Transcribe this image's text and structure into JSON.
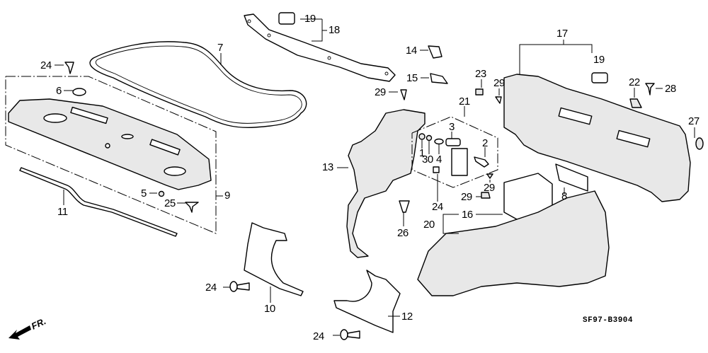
{
  "diagram": {
    "type": "exploded-parts-diagram",
    "diagram_code": "SF97-B3904",
    "direction_indicator": "FR.",
    "callouts": [
      {
        "id": "c24a",
        "label": "24",
        "part": "clip"
      },
      {
        "id": "c7",
        "label": "7",
        "part": "trunk weatherstrip"
      },
      {
        "id": "c6",
        "label": "6",
        "part": "grommet"
      },
      {
        "id": "c9",
        "label": "9",
        "part": "rear tray assembly"
      },
      {
        "id": "c5",
        "label": "5",
        "part": "nut"
      },
      {
        "id": "c25",
        "label": "25",
        "part": "clip"
      },
      {
        "id": "c11",
        "label": "11",
        "part": "rear tray seal"
      },
      {
        "id": "c19a",
        "label": "19",
        "part": "nut clip"
      },
      {
        "id": "c18",
        "label": "18",
        "part": "rear tray reinforcement"
      },
      {
        "id": "c14",
        "label": "14",
        "part": "clip"
      },
      {
        "id": "c15",
        "label": "15",
        "part": "clip"
      },
      {
        "id": "c29a",
        "label": "29",
        "part": "screw"
      },
      {
        "id": "c23",
        "label": "23",
        "part": "clip"
      },
      {
        "id": "c29b",
        "label": "29",
        "part": "screw"
      },
      {
        "id": "c21",
        "label": "21",
        "part": "trunk light kit"
      },
      {
        "id": "c3",
        "label": "3",
        "part": "socket"
      },
      {
        "id": "c2",
        "label": "2",
        "part": "bulb"
      },
      {
        "id": "c1",
        "label": "1",
        "part": "nut"
      },
      {
        "id": "c30",
        "label": "30",
        "part": "washer"
      },
      {
        "id": "c4",
        "label": "4",
        "part": "spacer"
      },
      {
        "id": "c13",
        "label": "13",
        "part": "left trunk side lining"
      },
      {
        "id": "c24b",
        "label": "24",
        "part": "clip"
      },
      {
        "id": "c29c",
        "label": "29",
        "part": "screw"
      },
      {
        "id": "c29d",
        "label": "29",
        "part": "screw"
      },
      {
        "id": "c26",
        "label": "26",
        "part": "clip"
      },
      {
        "id": "c16",
        "label": "16",
        "part": "lid"
      },
      {
        "id": "c20",
        "label": "20",
        "part": "right trunk side lining"
      },
      {
        "id": "c8",
        "label": "8",
        "part": "bracket"
      },
      {
        "id": "c17",
        "label": "17",
        "part": "rear panel lining"
      },
      {
        "id": "c19b",
        "label": "19",
        "part": "nut clip"
      },
      {
        "id": "c22",
        "label": "22",
        "part": "screw"
      },
      {
        "id": "c28",
        "label": "28",
        "part": "clip"
      },
      {
        "id": "c27",
        "label": "27",
        "part": "clip"
      },
      {
        "id": "c24c",
        "label": "24",
        "part": "clip"
      },
      {
        "id": "c10",
        "label": "10",
        "part": "left rear pillar lining"
      },
      {
        "id": "c24d",
        "label": "24",
        "part": "clip"
      },
      {
        "id": "c12",
        "label": "12",
        "part": "right rear pillar lining"
      }
    ]
  }
}
